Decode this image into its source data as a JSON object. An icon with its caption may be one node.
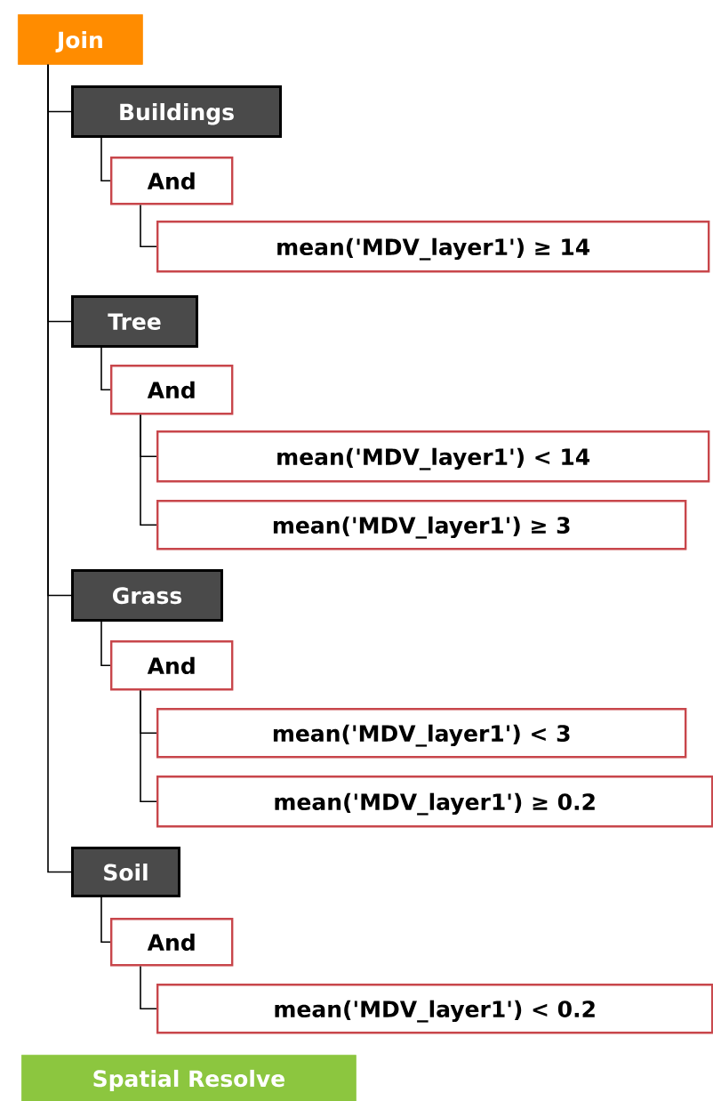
{
  "diagram": {
    "nodes": [
      {
        "text": [
          "Join"
        ]
      },
      {
        "text": [
          "Buildings"
        ]
      },
      {
        "text": [
          "And"
        ]
      },
      {
        "text": [
          "mean('MDV_layer1') ≥ 14"
        ]
      },
      {
        "text": [
          "Tree"
        ]
      },
      {
        "text": [
          "And"
        ]
      },
      {
        "text": [
          "mean('MDV_layer1') < 14"
        ]
      },
      {
        "text": [
          "mean('MDV_layer1') ≥ 3"
        ]
      },
      {
        "text": [
          "Grass"
        ]
      },
      {
        "text": [
          "And"
        ]
      },
      {
        "text": [
          "mean('MDV_layer1') < 3"
        ]
      },
      {
        "text": [
          "mean('MDV_layer1') ≥ 0.2"
        ]
      },
      {
        "text": [
          "Soil"
        ]
      },
      {
        "text": [
          "And"
        ]
      },
      {
        "text": [
          "mean('MDV_layer1') < 0.2"
        ]
      },
      {
        "text": [
          "Spatial Resolve"
        ]
      }
    ],
    "edges": [
      {
        "from": 0,
        "to": 1,
        "arrow": "none"
      },
      {
        "from": 1,
        "to": 2,
        "arrow": "none"
      },
      {
        "from": 2,
        "to": 3,
        "arrow": "none"
      },
      {
        "from": 0,
        "to": 4,
        "arrow": "none"
      },
      {
        "from": 4,
        "to": 5,
        "arrow": "none"
      },
      {
        "from": 5,
        "to": 6,
        "arrow": "none"
      },
      {
        "from": 5,
        "to": 7,
        "arrow": "none"
      },
      {
        "from": 0,
        "to": 8,
        "arrow": "none"
      },
      {
        "from": 8,
        "to": 9,
        "arrow": "none"
      },
      {
        "from": 9,
        "to": 10,
        "arrow": "none"
      },
      {
        "from": 9,
        "to": 11,
        "arrow": "none"
      },
      {
        "from": 0,
        "to": 12,
        "arrow": "none"
      },
      {
        "from": 12,
        "to": 13,
        "arrow": "none"
      },
      {
        "from": 13,
        "to": 14,
        "arrow": "none"
      }
    ]
  }
}
